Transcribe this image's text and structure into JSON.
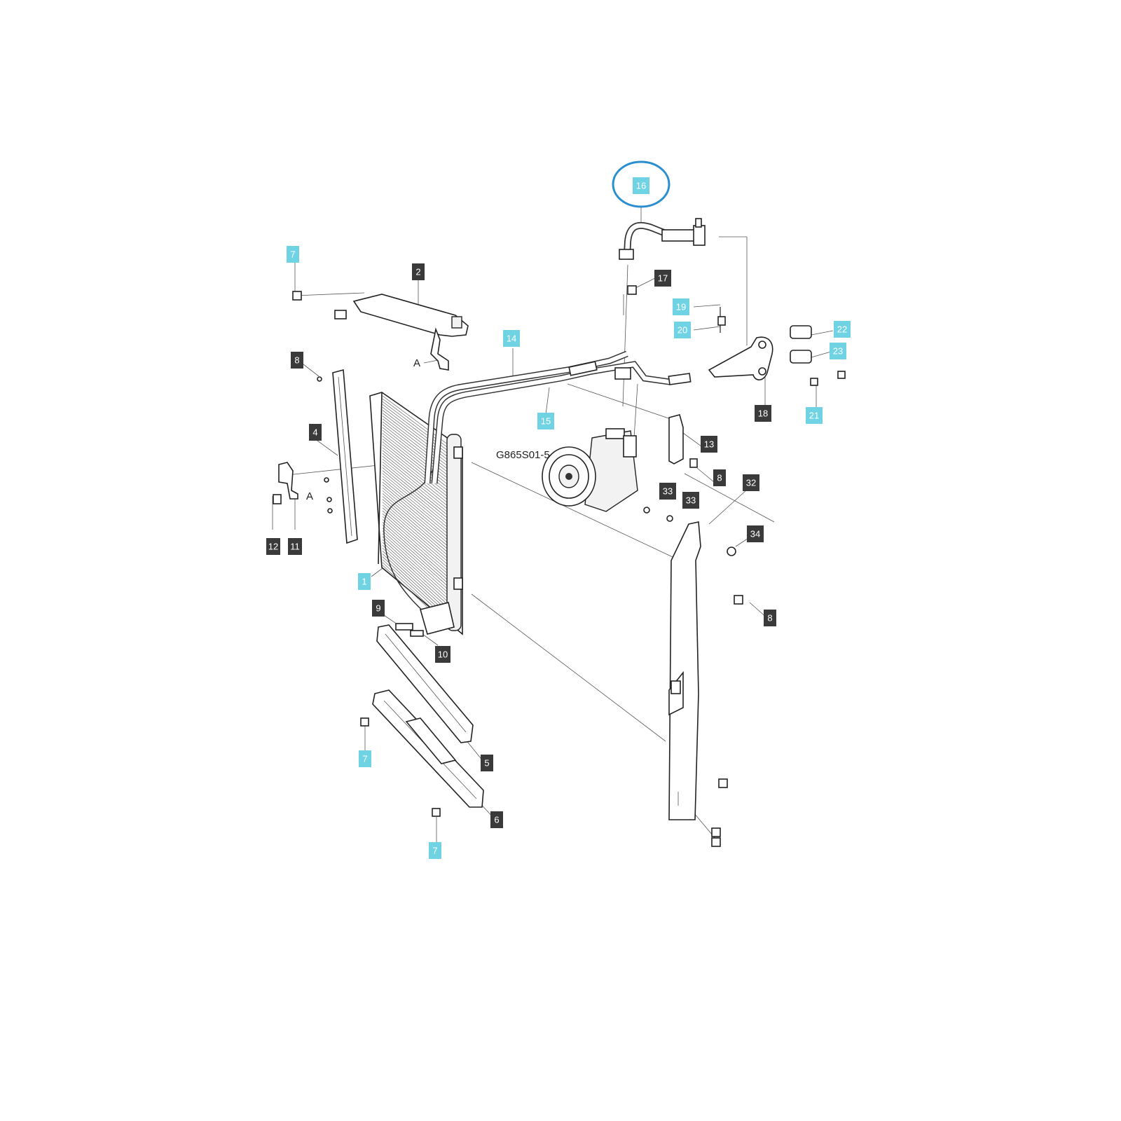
{
  "diagram_code": "G865S01-5",
  "ref_marks": [
    "A",
    "A"
  ],
  "highlight_color": "#2a8fd0",
  "label_colors": {
    "dark": "#3a3a3a",
    "cyan": "#6fd3e3"
  },
  "labels": [
    "1",
    "2",
    "4",
    "5",
    "6",
    "7",
    "7",
    "7",
    "8",
    "8",
    "8",
    "9",
    "10",
    "11",
    "12",
    "13",
    "14",
    "15",
    "16",
    "17",
    "18",
    "19",
    "20",
    "21",
    "22",
    "23",
    "32",
    "33",
    "33",
    "34"
  ],
  "highlighted_part": "16"
}
